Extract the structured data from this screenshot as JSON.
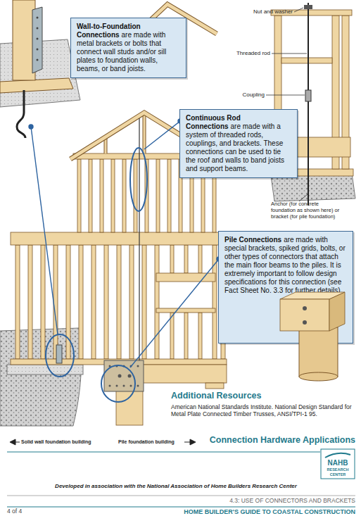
{
  "diagram": {
    "nodes": [
      {
        "text": [
          "Wall-to-Foundation Connections",
          "are made with metal brackets or bolts that connect wall studs and/or sill plates to foundation walls, beams, or band joists."
        ]
      },
      {
        "text": [
          "Continuous Rod Connections",
          "are made with a system of threaded rods, couplings, and brackets. These connections can be used to tie the roof and walls to band joists and support beams."
        ]
      },
      {
        "text": [
          "Pile Connections",
          "are made with special brackets, spiked grids, bolts, or other types of connectors that attach the main floor beams to the piles. It is extremely important to follow design specifications for this connection (see Fact Sheet No. 3.3 for further details)."
        ]
      }
    ],
    "labels": [
      "Nut and washer",
      "Threaded rod",
      "Coupling",
      "Anchor (for concrete foundation as shown here) or bracket (for pile foundation)",
      "Additional Resources",
      "American National Standards Institute. National Design Standard for Metal Plate Connected Timber Trusses, ANSI/TPI-1 95.",
      "Connection Hardware Applications",
      "Solid wall foundation building",
      "Pile foundation building",
      "Developed in association with the National Association of Home Builders Research Center",
      "4.3: USE OF CONNECTORS AND BRACKETS",
      "4 of 4",
      "HOME BUILDER'S GUIDE TO COASTAL CONSTRUCTION",
      "NAHB",
      "RESEARCH CENTER"
    ]
  }
}
